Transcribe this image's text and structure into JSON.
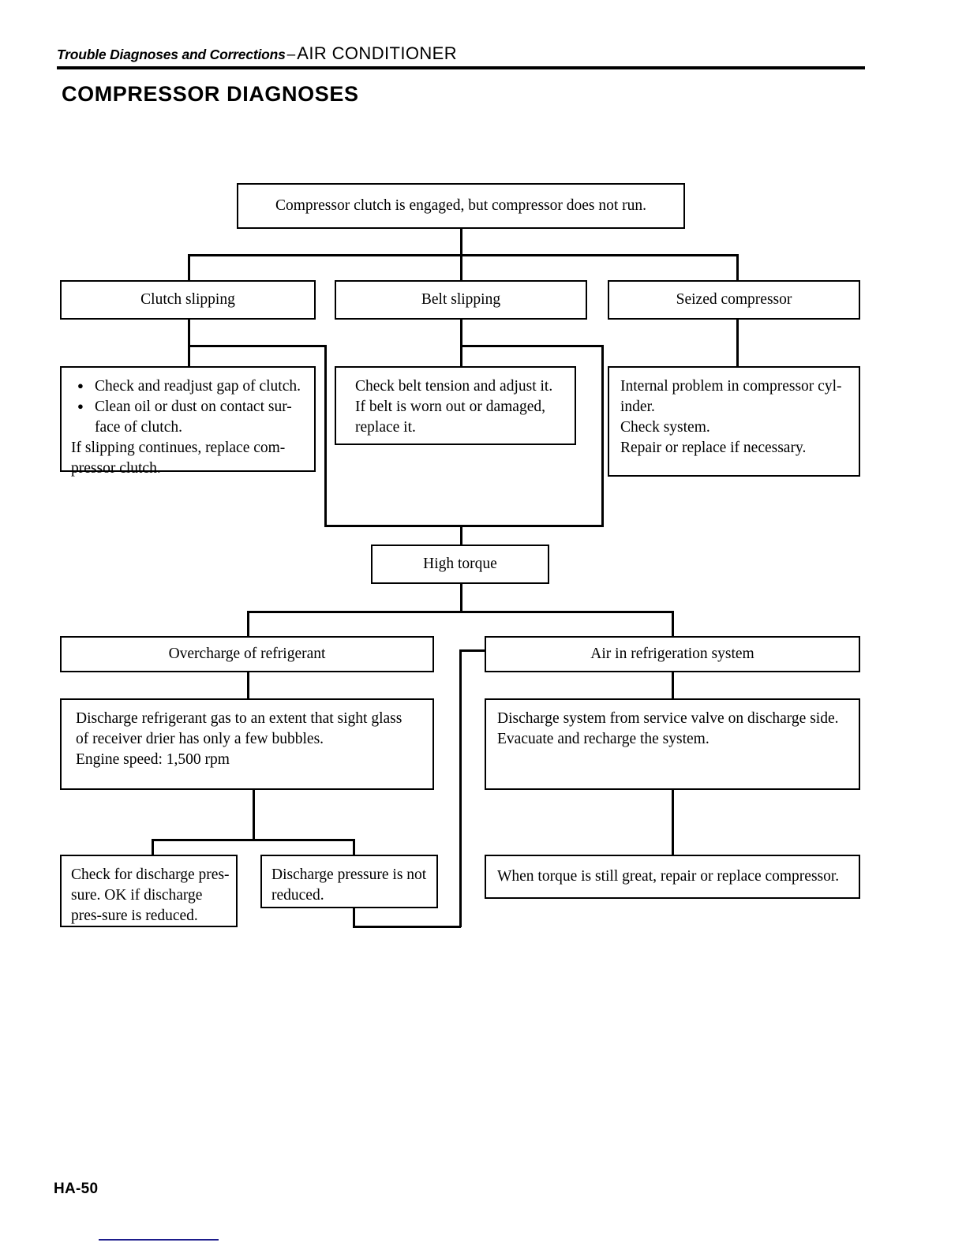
{
  "header": {
    "section_italic": "Trouble Diagnoses and Corrections",
    "dash": "–",
    "system": "AIR CONDITIONER",
    "title": "COMPRESSOR DIAGNOSES"
  },
  "footer": {
    "page_number": "HA-50"
  },
  "flowchart": {
    "root": "Compressor clutch is engaged, but compressor does not run.",
    "branches": {
      "clutch": "Clutch slipping",
      "belt": "Belt slipping",
      "seized": "Seized compressor"
    },
    "clutch_actions": {
      "bullet_1": "Check and readjust gap of clutch.",
      "bullet_2": "Clean oil or dust on contact sur-face of clutch.",
      "note": "If slipping continues, replace com-pressor clutch."
    },
    "belt_actions": {
      "line_1": "Check belt tension and adjust it.",
      "line_2": "If belt is worn out or damaged,",
      "line_3": "replace it."
    },
    "seized_actions": {
      "line_1": "Internal problem in compressor cyl-",
      "line_2": "inder.",
      "line_3": "Check system.",
      "line_4": "Repair or replace if necessary."
    },
    "high_torque": "High torque",
    "torque_branches": {
      "overcharge": "Overcharge of refrigerant",
      "air": "Air in refrigeration system"
    },
    "overcharge_actions": {
      "line_1": "Discharge refrigerant gas to an extent that sight glass",
      "line_2": "of receiver drier has only a few bubbles.",
      "line_3": "Engine speed:  1,500 rpm"
    },
    "air_actions": {
      "line_1": "Discharge system from service valve on discharge side.",
      "line_2": "Evacuate and recharge the system."
    },
    "result_ok": "Check for discharge pres-sure.  OK if discharge pres-sure is reduced.",
    "result_not_reduced": "Discharge pressure is not reduced.",
    "result_final": "When torque is still great, repair or replace compressor."
  }
}
